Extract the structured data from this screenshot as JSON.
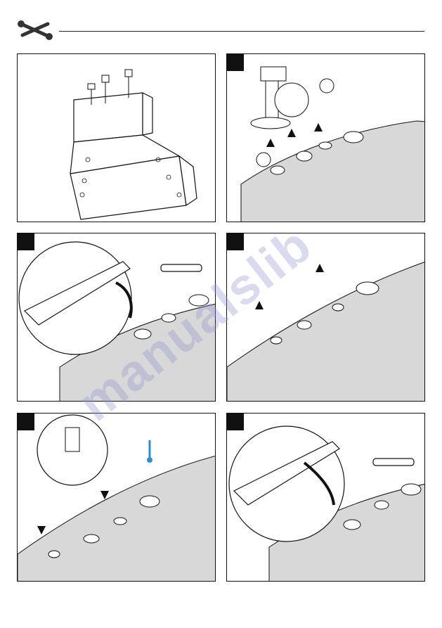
{
  "header": {
    "icon": "wrench-screwdriver-icon"
  },
  "panels": [
    {
      "id": "overview",
      "step_tab": false
    },
    {
      "id": "step-1",
      "step_tab": true
    },
    {
      "id": "step-2",
      "step_tab": true
    },
    {
      "id": "step-3",
      "step_tab": true
    },
    {
      "id": "step-4",
      "step_tab": true
    },
    {
      "id": "step-5",
      "step_tab": true
    }
  ],
  "colors": {
    "line": "#111111",
    "panel_shade": "#cfcfcf",
    "cool_blue": "#2a8fd6"
  },
  "watermark": {
    "text": "manualslib"
  }
}
